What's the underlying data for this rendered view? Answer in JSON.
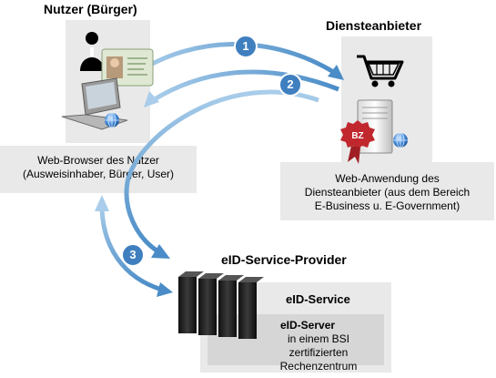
{
  "user": {
    "title": "Nutzer (Bürger)",
    "caption_lines": [
      "Web-Browser des Nutzer",
      "(Ausweisinhaber, Bürger, User)"
    ]
  },
  "provider": {
    "title": "Diensteanbieter",
    "badge": "BZ",
    "caption_lines": [
      "Web-Anwendung des",
      "Diensteanbieter (aus dem Bereich",
      "E-Business u. E-Government)"
    ]
  },
  "eid": {
    "title": "eID-Service-Provider",
    "box_title": "eID-Service",
    "server_title": "eID-Server",
    "server_lines": [
      "in einem BSI",
      "zertifizierten Rechenzentrum"
    ]
  },
  "steps": [
    "1",
    "2",
    "3"
  ],
  "colors": {
    "arrow": "#4a8cc7",
    "step_circle": "#3f7fbf",
    "panel": "#e9e9e9",
    "badge": "#c0282e"
  }
}
